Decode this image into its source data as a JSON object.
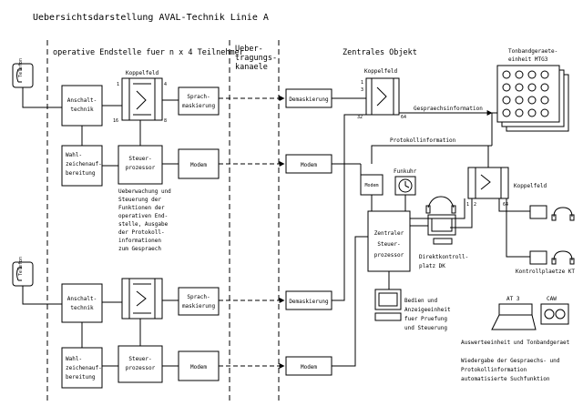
{
  "title": "Uebersichtsdarstellung AVAL-Technik Linie A",
  "sections": {
    "operative": "operative Endstelle fuer n x 4 Teilnehmer",
    "transfer_line1": "Ueber-",
    "transfer_line2": "tragungs-",
    "transfer_line3": "kanaele",
    "central": "Zentrales Objekt"
  },
  "telephone_label": "Telefon",
  "station": {
    "anschalt_line1": "Anschalt-",
    "anschalt_line2": "technik",
    "koppelfeld": "Koppelfeld",
    "kf_1": "1",
    "kf_4": "4",
    "kf_16": "16",
    "kf_8": "8",
    "sprach_line1": "Sprach-",
    "sprach_line2": "maskierung",
    "wahl_line1": "Wahl-",
    "wahl_line2": "zeichenauf-",
    "wahl_line3": "bereitung",
    "steuer_line1": "Steuer-",
    "steuer_line2": "prozessor",
    "modem": "Modem"
  },
  "note_lines": [
    "Ueberwachung und",
    "Steuerung der",
    "Funktionen der",
    "operativen End-",
    "stelle, Ausgabe",
    "der Protokoll-",
    "informationen",
    "zum Gespraech"
  ],
  "central": {
    "demaskierung": "Demaskierung",
    "modem": "Modem",
    "koppelfeld": "Koppelfeld",
    "kf_1": "1",
    "kf_3": "3",
    "kf_32": "32",
    "kf_64": "64",
    "gespraechsinformation": "Gespraechsinformation",
    "protokollinformation": "Protokollinformation",
    "funkuhr": "Funkuhr",
    "zentral_line1": "Zentraler",
    "zentral_line2": "Steuer-",
    "zentral_line3": "prozessor",
    "direkt_line1": "Direktkontroll-",
    "direkt_line2": "platz DK",
    "bedien_line1": "Bedien und",
    "bedien_line2": "Anzeigeeinheit",
    "bedien_line3": "fuer Pruefung",
    "bedien_line4": "und Steuerung",
    "tonband_line1": "Tonbandgeraete-",
    "tonband_line2": "einheit MTG3",
    "koppelfeld2": "Koppelfeld",
    "kf2_1": "1",
    "kf2_2": "2",
    "kf2_64": "64",
    "kontroll": "Kontrollplaetze KT",
    "at3": "AT 3",
    "caw": "CAW",
    "auswerte": "Auswerteeinheit und Tonbandgeraet",
    "wieder_line1": "Wiedergabe der Gespraechs- und",
    "wieder_line2": "Protokollinformation",
    "wieder_line3": "automatisierte Suchfunktion"
  },
  "colors": {
    "line": "#000000",
    "background": "#ffffff"
  }
}
